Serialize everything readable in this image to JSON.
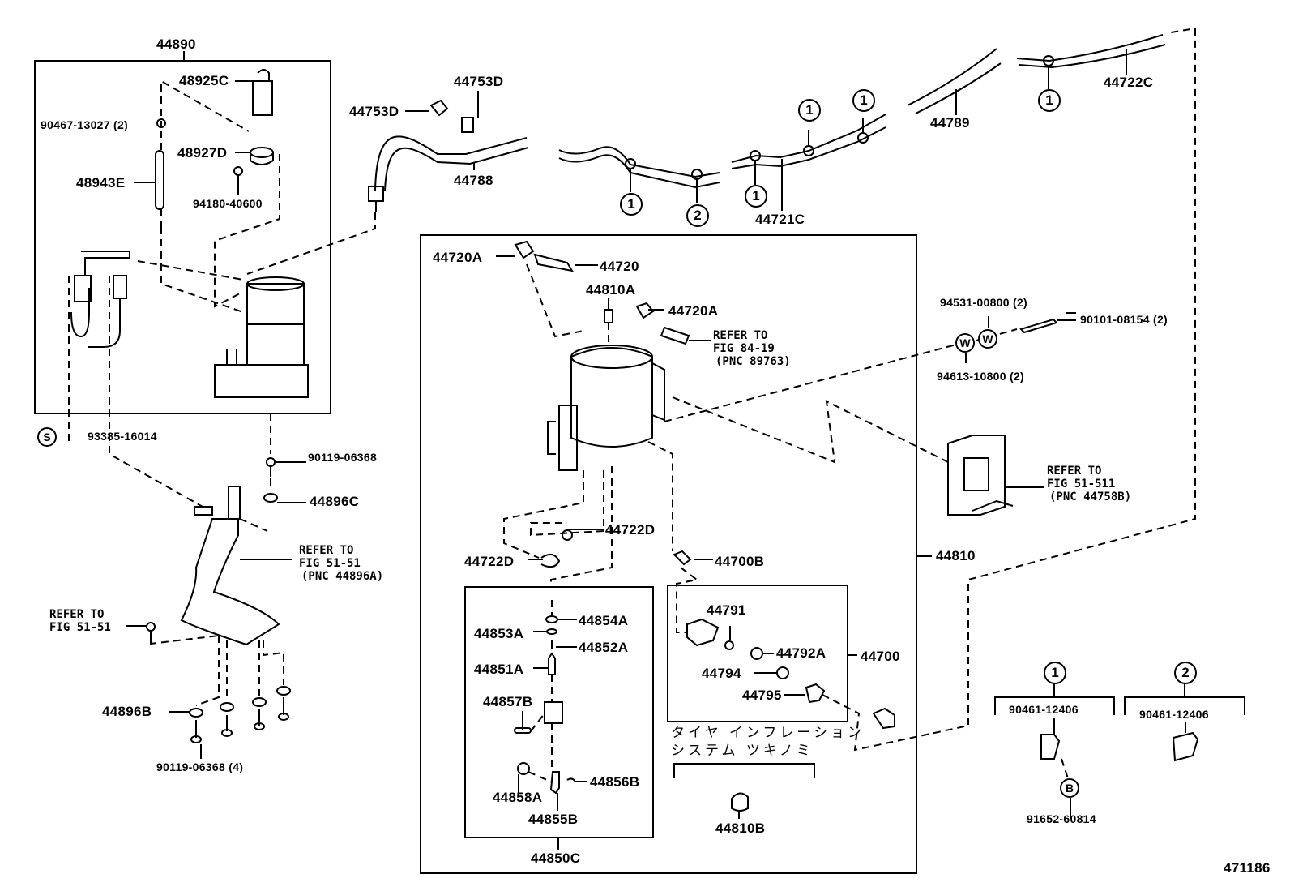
{
  "diagram": {
    "figure_id": "471186",
    "groups": {
      "air_compressor_assy": "44890",
      "solenoid_valve_assy": "44810",
      "check_valve_set": "44850C",
      "filter_set": "44700"
    },
    "parts": {
      "p48925C": "48925C",
      "p90467": "90467-13027 (2)",
      "p48927D": "48927D",
      "p48943E": "48943E",
      "p94180": "94180-40600",
      "p93385": "93385-16014",
      "p90119a": "90119-06368",
      "p44896C": "44896C",
      "p44896B": "44896B",
      "p90119b": "90119-06368 (4)",
      "p44753D_a": "44753D",
      "p44753D_b": "44753D",
      "p44788": "44788",
      "p44721C": "44721C",
      "p44789": "44789",
      "p44722C": "44722C",
      "p44720A_a": "44720A",
      "p44720": "44720",
      "p44810A": "44810A",
      "p44720A_b": "44720A",
      "p94531": "94531-00800 (2)",
      "p90101": "90101-08154 (2)",
      "p94613": "94613-10800 (2)",
      "p44722D_a": "44722D",
      "p44722D_b": "44722D",
      "p44700B": "44700B",
      "p44854A": "44854A",
      "p44853A": "44853A",
      "p44852A": "44852A",
      "p44851A": "44851A",
      "p44857B": "44857B",
      "p44856B": "44856B",
      "p44858A": "44858A",
      "p44855B": "44855B",
      "p44791": "44791",
      "p44792A": "44792A",
      "p44794": "44794",
      "p44795": "44795",
      "p44810B": "44810B"
    },
    "refers": {
      "fig84": [
        "REFER TO",
        "FIG 84-19",
        "(PNC 89763)"
      ],
      "fig5151_pnc": [
        "REFER TO",
        "FIG 51-51",
        "(PNC 44896A)"
      ],
      "fig5151": [
        "REFER TO",
        "FIG 51-51"
      ],
      "fig51511": [
        "REFER TO",
        "FIG 51-511",
        "(PNC 44758B)"
      ]
    },
    "japanese_note": [
      "タイヤ インフレーション",
      "システム ツキノミ"
    ],
    "callouts": {
      "one": "1",
      "two": "2",
      "s": "S",
      "w": "W",
      "b": "B"
    },
    "legend": {
      "item1": {
        "symbol": "1",
        "part": "90461-12406",
        "sub_symbol": "B",
        "sub_part": "91652-60814"
      },
      "item2": {
        "symbol": "2",
        "part": "90461-12406"
      }
    }
  }
}
